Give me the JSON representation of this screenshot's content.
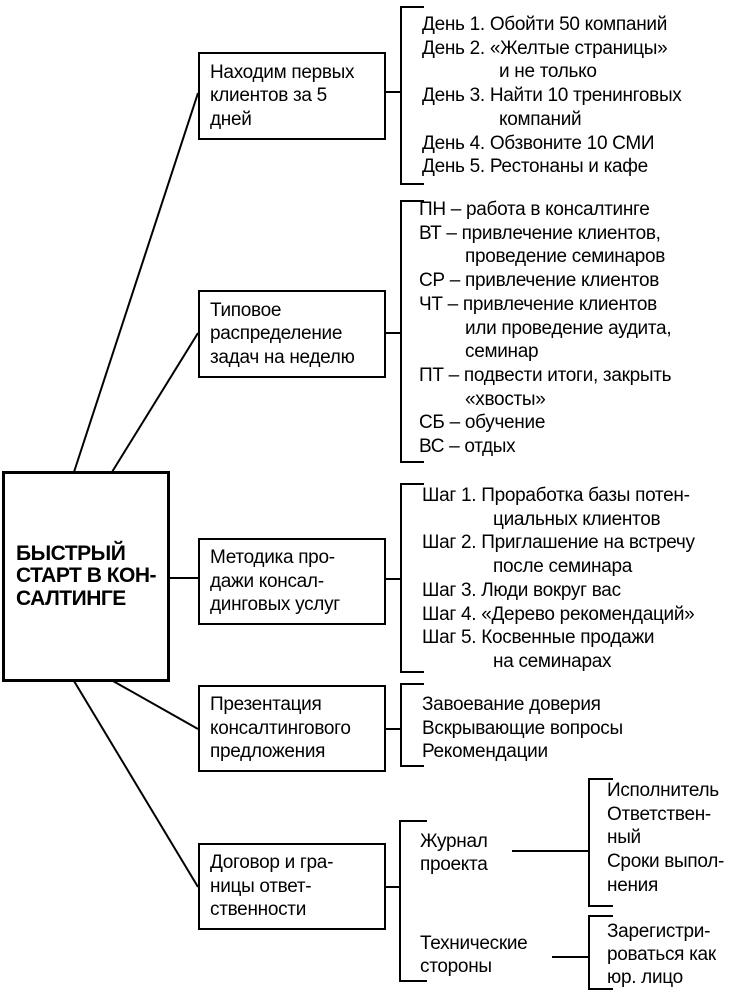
{
  "colors": {
    "ink": "#000000",
    "paper": "#ffffff"
  },
  "root": {
    "label": "БЫСТРЫЙ\nСТАРТ В КОН-\nСАЛТИНГЕ"
  },
  "branches": [
    {
      "box": "Находим первых\nклиентов за 5\nдней",
      "items": [
        {
          "text": "День 1. Обойти 50 компаний",
          "indent": 0
        },
        {
          "text": "День 2. «Желтые страницы»",
          "indent": 0
        },
        {
          "text": "и не только",
          "indent": 1
        },
        {
          "text": "День 3. Найти 10 тренинговых",
          "indent": 0
        },
        {
          "text": "компаний",
          "indent": 1
        },
        {
          "text": "День 4. Обзвоните 10 СМИ",
          "indent": 0
        },
        {
          "text": "День 5. Рестонаны и кафе",
          "indent": 0
        }
      ]
    },
    {
      "box": "Типовое\nраспределение\nзадач на неделю",
      "items": [
        {
          "text": "ПН – работа в консалтинге",
          "indent": 0
        },
        {
          "text": "ВТ – привлечение клиентов,",
          "indent": 0
        },
        {
          "text": "проведение семинаров",
          "indent": 1
        },
        {
          "text": "СР – привлечение клиентов",
          "indent": 0
        },
        {
          "text": "ЧТ – привлечение клиентов",
          "indent": 0
        },
        {
          "text": "или проведение аудита,",
          "indent": 1
        },
        {
          "text": "семинар",
          "indent": 1
        },
        {
          "text": "ПТ – подвести итоги, закрыть",
          "indent": 0
        },
        {
          "text": "«хвосты»",
          "indent": 1
        },
        {
          "text": "СБ – обучение",
          "indent": 0
        },
        {
          "text": "ВС – отдых",
          "indent": 0
        }
      ]
    },
    {
      "box": "Методика про-\nдажи консал-\nдинговых услуг",
      "items": [
        {
          "text": "Шаг 1. Проработка базы потен-",
          "indent": 0
        },
        {
          "text": "циальных клиентов",
          "indent": 1
        },
        {
          "text": "Шаг 2. Приглашение на встречу",
          "indent": 0
        },
        {
          "text": "после семинара",
          "indent": 1
        },
        {
          "text": "Шаг 3. Люди вокруг вас",
          "indent": 0
        },
        {
          "text": "Шаг 4. «Дерево рекомендаций»",
          "indent": 0
        },
        {
          "text": "Шаг 5. Косвенные продажи",
          "indent": 0
        },
        {
          "text": "на семинарах",
          "indent": 1
        }
      ]
    },
    {
      "box": "Презентация\nконсалтингового\nпредложения",
      "items": [
        {
          "text": "Завоевание доверия",
          "indent": 0
        },
        {
          "text": "Вскрывающие вопросы",
          "indent": 0
        },
        {
          "text": "Рекомендации",
          "indent": 0
        }
      ]
    },
    {
      "box": "Договор и гра-\nницы ответ-\nственности",
      "children": [
        {
          "label": "Журнал\nпроекта",
          "items": [
            {
              "text": "Исполнитель",
              "indent": 0
            },
            {
              "text": "Ответствен-",
              "indent": 0
            },
            {
              "text": "ный",
              "indent": 0
            },
            {
              "text": "Сроки выпол-",
              "indent": 0
            },
            {
              "text": "нения",
              "indent": 0
            }
          ]
        },
        {
          "label": "Технические\nстороны",
          "items": [
            {
              "text": "Зарегистри-",
              "indent": 0
            },
            {
              "text": "роваться как",
              "indent": 0
            },
            {
              "text": "юр. лицо",
              "indent": 0
            }
          ]
        }
      ]
    }
  ]
}
